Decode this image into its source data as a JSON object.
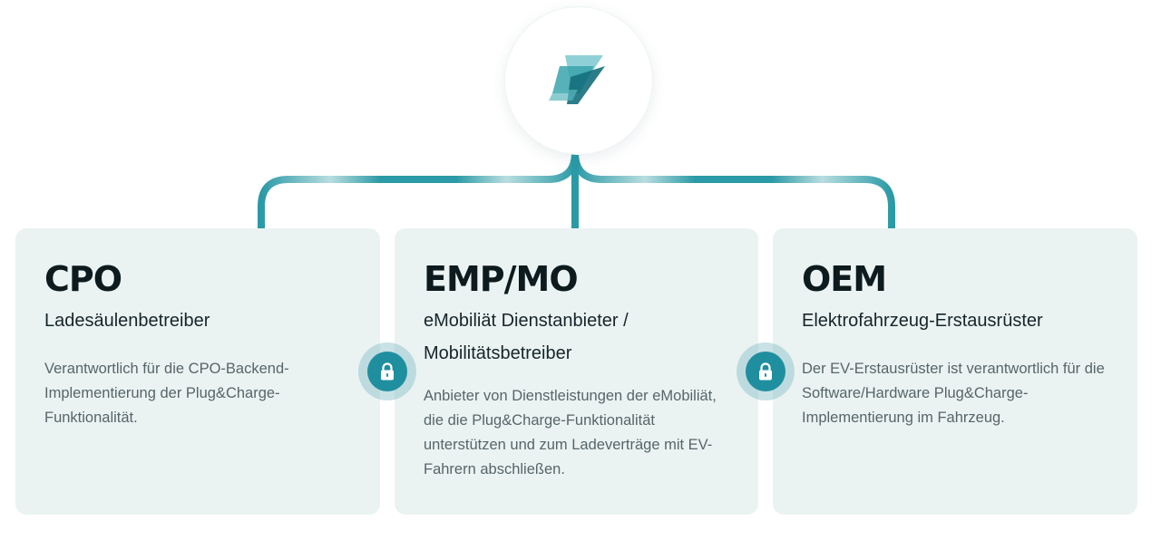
{
  "colors": {
    "accent": "#2a9aa6",
    "card_bg": "#ebf3f2",
    "lock_bg": "#1f8f9f",
    "title": "#0d1b1e",
    "text": "#56656a"
  },
  "logo": {
    "icon": "lightning-bolt-logo-icon"
  },
  "cards": [
    {
      "title": "CPO",
      "subtitle": "Ladesäulenbetreiber",
      "description": "Verantwortlich für die CPO-Backend-Implementierung der Plug&Charge-Funktionalität."
    },
    {
      "title": "EMP/MO",
      "subtitle": "eMobiliät Dienstanbieter / Mobilitätsbetreiber",
      "description": "Anbieter von Dienstleistungen der eMobiliät, die die Plug&Charge-Funktionalität unterstützen und zum Ladeverträge mit EV-Fahrern abschließen."
    },
    {
      "title": "OEM",
      "subtitle": "Elektrofahrzeug-Erstausrüster",
      "description": "Der EV-Erstausrüster ist verantwortlich für die Software/Hardware Plug&Charge-Implementierung im Fahrzeug."
    }
  ],
  "locks": [
    {
      "icon": "lock-icon"
    },
    {
      "icon": "lock-icon"
    }
  ]
}
